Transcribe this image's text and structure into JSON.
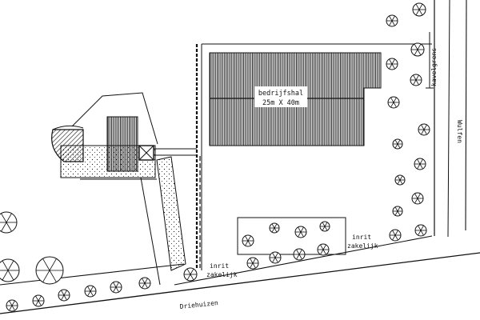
{
  "labels": {
    "hall_name": "bedrijfshal",
    "hall_size": "25m X 40m",
    "parcel_boundary": "kavelgrens",
    "road_right": "Wulfen",
    "road_bottom": "Driehuizen",
    "entrance_left": [
      "inrit",
      "zakelijk"
    ],
    "entrance_right": [
      "inrit",
      "zakelijk"
    ]
  },
  "icons": {
    "tree": "tree-icon",
    "hatch": "hatch-pattern"
  }
}
